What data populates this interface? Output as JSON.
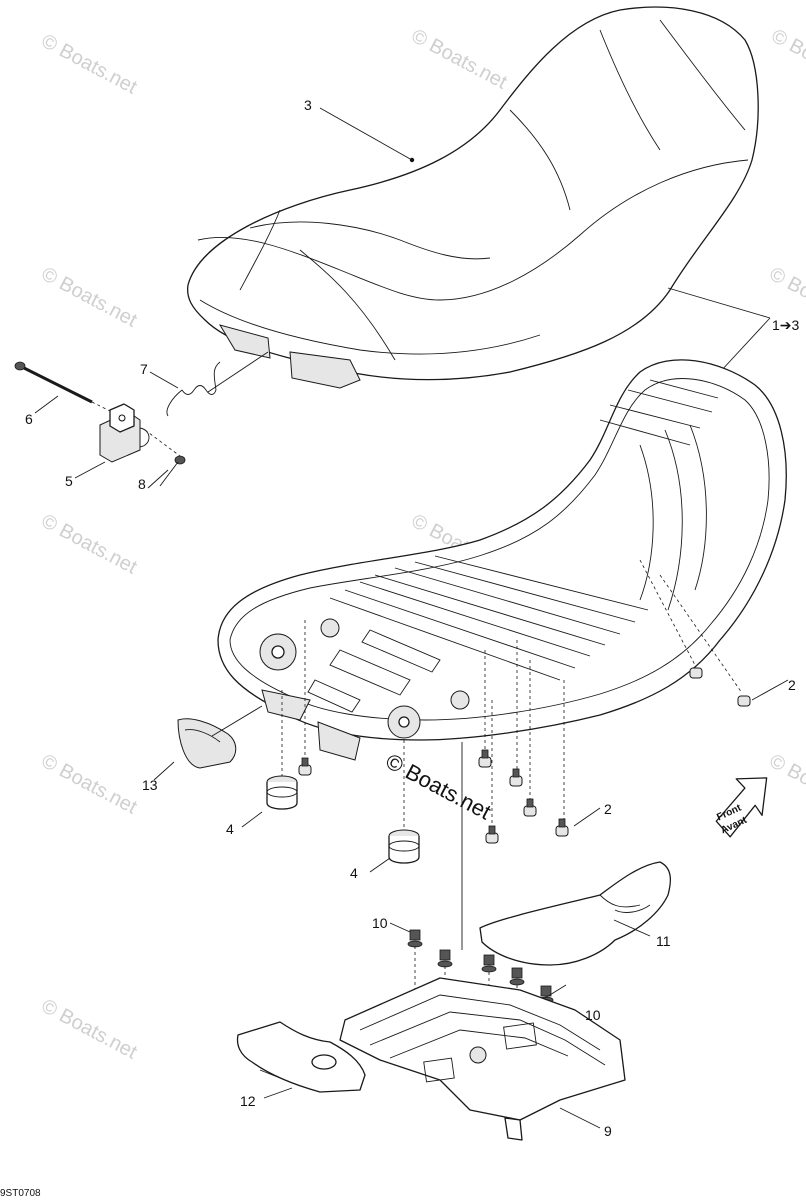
{
  "diagram": {
    "drawing_code": "9ST0708",
    "watermark": "© Boats.net",
    "front_label": "Front",
    "front_label_fr": "Avant",
    "callouts": {
      "c1": "1➔3",
      "c2a": "2",
      "c2b": "2",
      "c3": "3",
      "c4a": "4",
      "c4b": "4",
      "c5": "5",
      "c6": "6",
      "c7": "7",
      "c8": "8",
      "c9": "9",
      "c10a": "10",
      "c10b": "10",
      "c11": "11",
      "c12": "12",
      "c13": "13"
    }
  }
}
